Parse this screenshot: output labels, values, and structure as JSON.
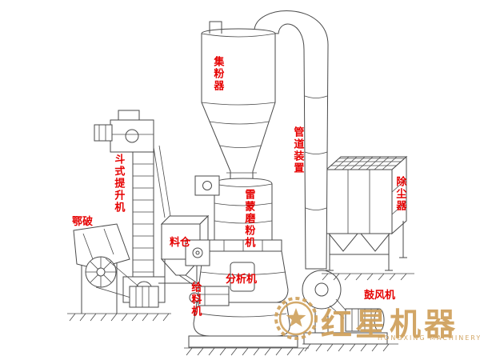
{
  "colors": {
    "label": "#e60000",
    "watermark": "#d0a25e",
    "line": "#4a4a4a",
    "background": "#ffffff"
  },
  "labels": {
    "powder_collector": "集粉器",
    "pipeline_device": "管道装置",
    "dust_collector": "除尘器",
    "bucket_elevator": "斗式提升机",
    "jaw_crusher": "鄂破",
    "hopper": "料仓",
    "raymond_mill": "雷蒙磨粉机",
    "analyzer": "分析机",
    "feeder": "给料机",
    "blower": "鼓风机"
  },
  "watermark": {
    "brand": "红星机器",
    "subtext": "HONGXING MACHINERY"
  }
}
